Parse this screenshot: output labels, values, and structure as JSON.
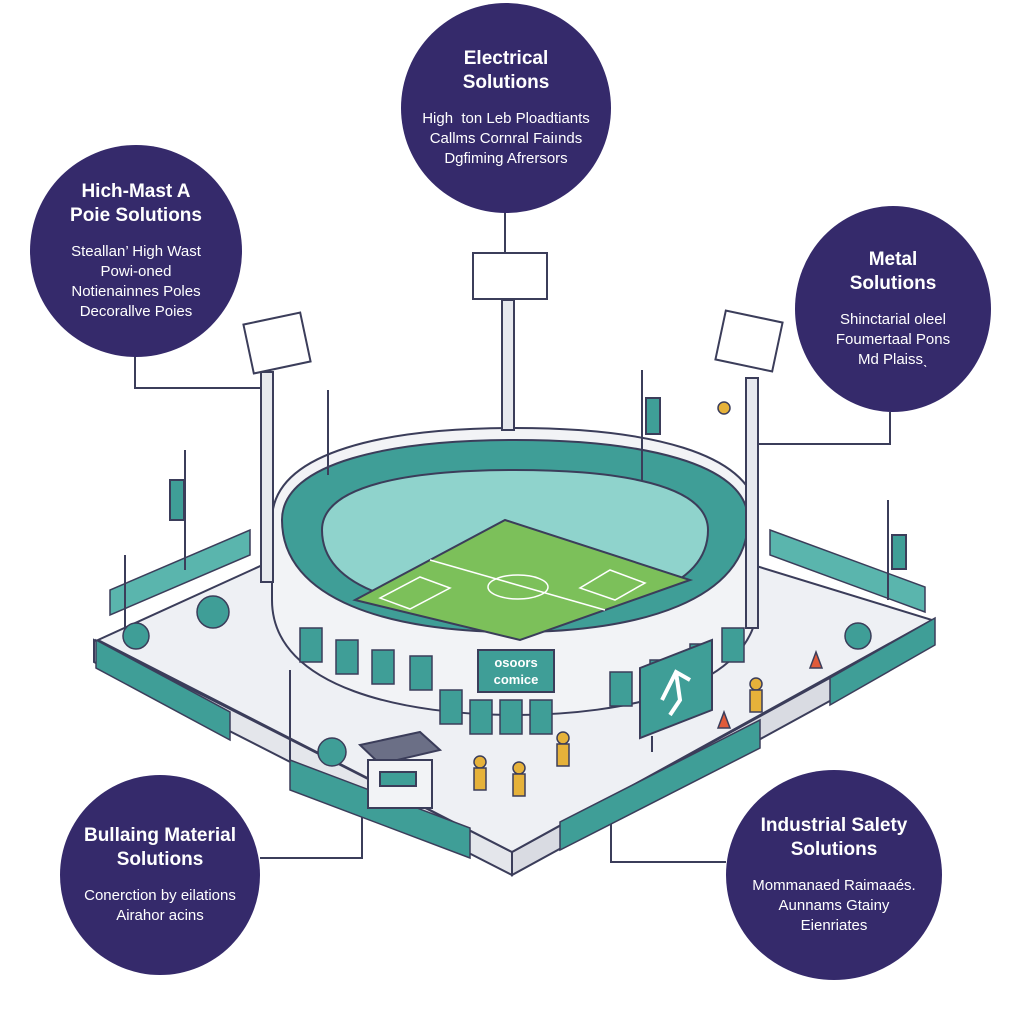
{
  "colors": {
    "callout_fill": "#352a6b",
    "callout_text": "#ffffff",
    "outline": "#3b3d5a",
    "teal": "#3f9e97",
    "teal_light": "#8fd3cc",
    "pitch": "#7cc05a",
    "pitch_dark": "#5fa845",
    "paving": "#eef0f4",
    "wall": "#f2f3f6",
    "person": "#e6b23a"
  },
  "callouts": {
    "electrical": {
      "title": "Electrical\nSolutions",
      "lines": [
        "High  ton Leb Ploadtiants",
        "Callms Cornral Faiınds",
        "Dgfiming Afrersors"
      ]
    },
    "high_mast": {
      "title": "Hich-Mast A\nPoie Solutions",
      "lines": [
        "Steallan’ High Wast",
        "Powi-oned",
        "Notienainnes Poles",
        "Decorallve Poies"
      ]
    },
    "metal": {
      "title": "Metal\nSolutions",
      "lines": [
        "Shinctarial oleel",
        "Foumertaal Pons",
        "Md Plaissˎ"
      ]
    },
    "building": {
      "title": "Bullaing Material\nSolutions",
      "lines": [
        "Conerction by eilations",
        "Airahor acins"
      ]
    },
    "industrial": {
      "title": "Industrial Salety\nSolutions",
      "lines": [
        "Mommanaed Raimaaés.",
        "Aunnams Gtainy",
        "Eienriates"
      ]
    }
  },
  "stadium": {
    "sign_lines": [
      "osoors",
      "comice"
    ]
  },
  "icons": {
    "floodlight": "floodlight-icon",
    "lamp": "street-lamp-icon",
    "tree": "tree-icon",
    "person": "person-icon",
    "cone": "traffic-cone-icon"
  }
}
